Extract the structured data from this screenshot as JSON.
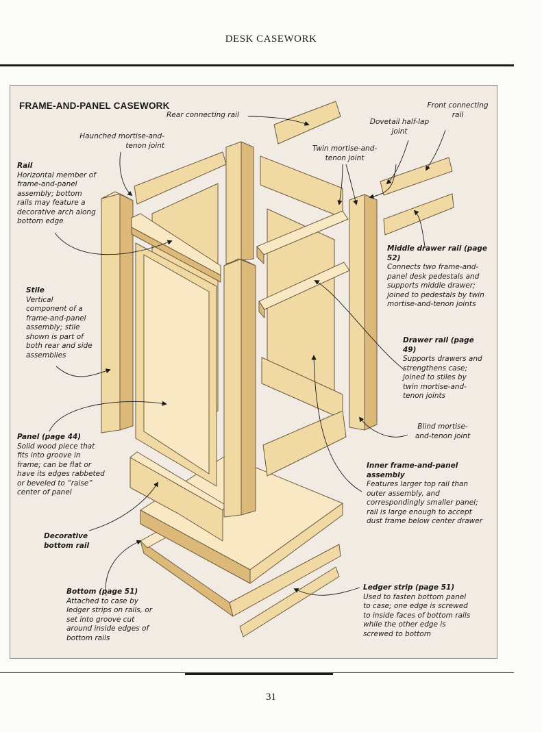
{
  "header": {
    "title": "DESK CASEWORK"
  },
  "figure": {
    "title": "FRAME-AND-PANEL CASEWORK"
  },
  "labels": {
    "rear_connecting_rail": "Rear connecting rail",
    "front_connecting_rail": "Front connecting rail",
    "dovetail_half_lap": "Dovetail half-lap joint",
    "haunched_mortise": "Haunched mortise-and-tenon joint",
    "twin_mortise": "Twin mortise-and-tenon joint",
    "rail": {
      "title": "Rail",
      "desc": "Horizontal member of frame-and-panel assembly; bottom rails may feature a decorative arch along bottom edge"
    },
    "middle_drawer_rail": {
      "title": "Middle drawer rail (page 52)",
      "desc": "Connects two frame-and-panel desk pedestals and supports middle drawer; joined to pedestals by twin mortise-and-tenon joints"
    },
    "stile": {
      "title": "Stile",
      "desc": "Vertical component of a frame-and-panel assembly; stile shown is part of both rear and side assemblies"
    },
    "drawer_rail": {
      "title": "Drawer rail (page 49)",
      "desc": "Supports drawers and strengthens case; joined to stiles by twin mortise-and-tenon joints"
    },
    "blind_mortise": "Blind mortise-and-tenon joint",
    "panel": {
      "title": "Panel (page 44)",
      "desc": "Solid wood piece that fits into groove in frame; can be flat or have its edges rabbeted or beveled to “raise” center of panel"
    },
    "inner_frame": {
      "title": "Inner frame-and-panel assembly",
      "desc": "Features larger top rail than outer assembly, and correspondingly smaller panel; rail is large enough to accept dust frame below center drawer"
    },
    "decorative_bottom_rail": "Decorative bottom rail",
    "bottom": {
      "title": "Bottom (page 51)",
      "desc": "Attached to case by ledger strips on rails, or set into groove cut around inside edges of bottom rails"
    },
    "ledger_strip": {
      "title": "Ledger strip (page 51)",
      "desc": "Used to fasten bottom panel to case; one edge is screwed to inside faces of bottom rails while the other edge is screwed to bottom"
    }
  },
  "page": {
    "number": "31"
  },
  "colors": {
    "wood": "#f1d9a4",
    "wood_dark": "#ddb979",
    "wood_light": "#f8e8c4",
    "outline": "#6b5a3e",
    "background": "#f1ebe3"
  }
}
